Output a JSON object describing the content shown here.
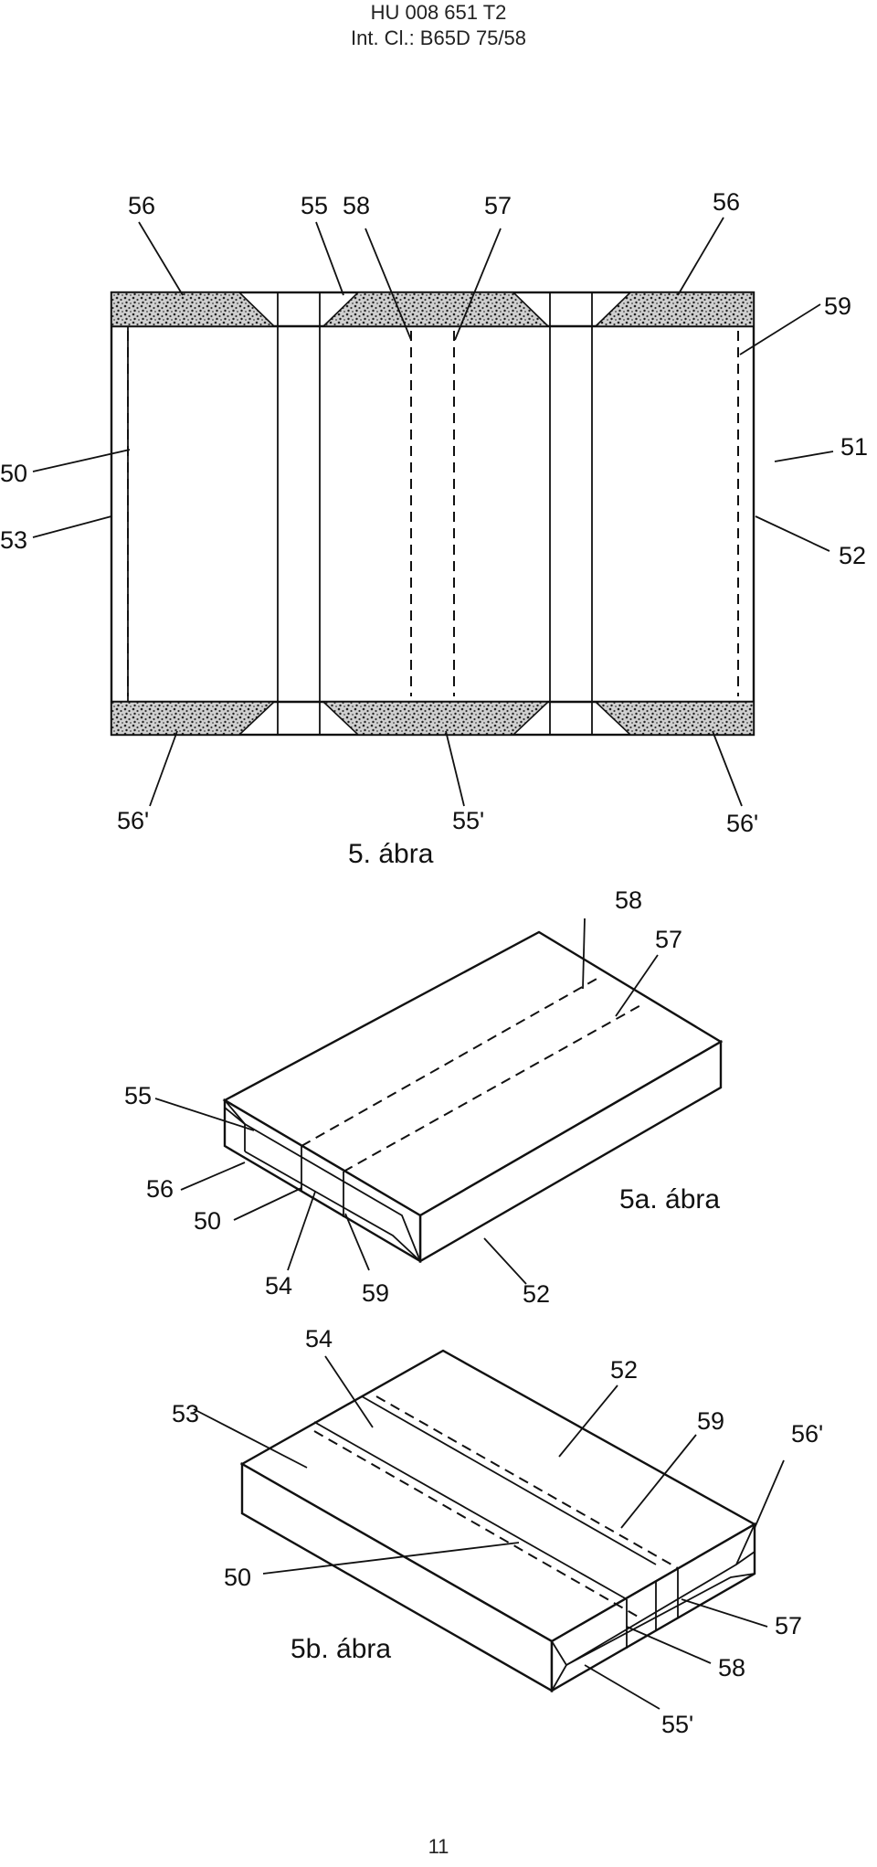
{
  "header": {
    "line1": "HU 008 651 T2",
    "line2": "Int. Cl.: B65D 75/58"
  },
  "page_number": "11",
  "figure5": {
    "caption": "5. ábra",
    "labels": {
      "top_left_56": "56",
      "top_55": "55",
      "top_58": "58",
      "top_57": "57",
      "top_right_56": "56",
      "right_59": "59",
      "right_51": "51",
      "right_52": "52",
      "left_50": "50",
      "left_53": "53",
      "bottom_left_56p": "56'",
      "bottom_mid_55p": "55'",
      "bottom_right_56p": "56'"
    }
  },
  "figure5a": {
    "caption": "5a. ábra",
    "labels": {
      "l58": "58",
      "l57": "57",
      "l55": "55",
      "l56": "56",
      "l50": "50",
      "l54": "54",
      "l59": "59",
      "l52": "52"
    }
  },
  "figure5b": {
    "caption": "5b. ábra",
    "labels": {
      "l54": "54",
      "l52": "52",
      "l53": "53",
      "l59": "59",
      "l56p": "56'",
      "l50": "50",
      "l57": "57",
      "l58": "58",
      "l55p": "55'"
    }
  }
}
